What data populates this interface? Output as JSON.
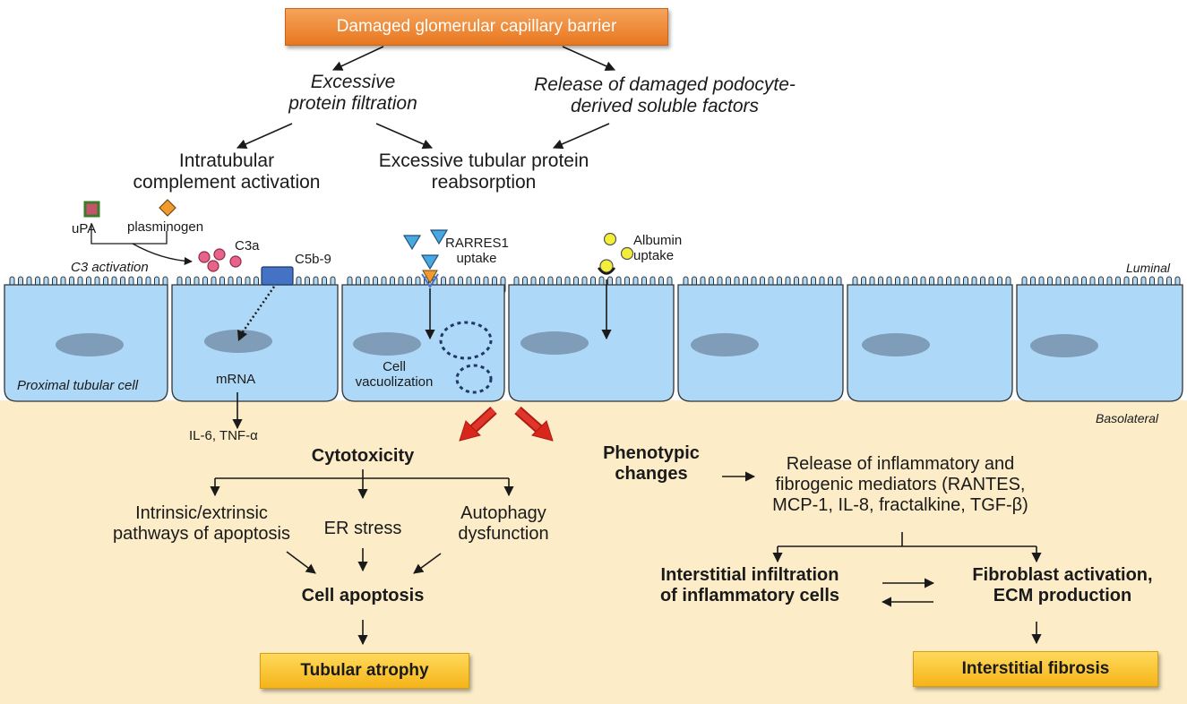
{
  "top_box": "Damaged glomerular capillary barrier",
  "excessive_filtration": [
    "Excessive",
    "protein filtration"
  ],
  "podocyte_factors": [
    "Release of damaged podocyte-",
    "derived soluble factors"
  ],
  "complement_activation": [
    "Intratubular",
    "complement activation"
  ],
  "tubular_reabsorption": [
    "Excessive tubular protein",
    "reabsorption"
  ],
  "upa": "uPA",
  "plasminogen": "plasminogen",
  "c3a": "C3a",
  "c3_activation": "C3 activation",
  "c5b9": "C5b-9",
  "rarres1_uptake": [
    "RARRES1",
    "uptake"
  ],
  "albumin_uptake": [
    "Albumin",
    "uptake"
  ],
  "luminal": "Luminal",
  "basolateral": "Basolateral",
  "proximal_tubular_cell": "Proximal tubular cell",
  "mrna": "mRNA",
  "cell_vacuolization": [
    "Cell",
    "vacuolization"
  ],
  "cytokines": "IL-6, TNF-α",
  "cytotoxicity": "Cytotoxicity",
  "apoptosis_pathways": [
    "Intrinsic/extrinsic",
    "pathways of apoptosis"
  ],
  "er_stress": "ER stress",
  "autophagy": [
    "Autophagy",
    "dysfunction"
  ],
  "cell_apoptosis": "Cell apoptosis",
  "tubular_atrophy": "Tubular atrophy",
  "phenotypic_changes": [
    "Phenotypic",
    "changes"
  ],
  "mediators": [
    "Release of inflammatory and",
    "fibrogenic mediators (RANTES,",
    "MCP-1, IL-8, fractalkine, TGF-β)"
  ],
  "interstitial_infiltration": [
    "Interstitial infiltration",
    "of inflammatory cells"
  ],
  "fibroblast_activation": [
    "Fibroblast activation,",
    "ECM production"
  ],
  "interstitial_fibrosis": "Interstitial fibrosis",
  "colors": {
    "orange_box": "#e8771f",
    "yellow_box": "#f5b419",
    "cell_fill": "#aed8f7",
    "nucleus": "#7f9cb8",
    "basolateral_bg": "#fcecc8",
    "red_arrow": "#d9261c",
    "c3a_pink": "#e8638a",
    "c5b9_blue": "#4472c4",
    "rarres1_blue": "#4aa8e0",
    "albumin_yellow": "#f2ee3a"
  }
}
